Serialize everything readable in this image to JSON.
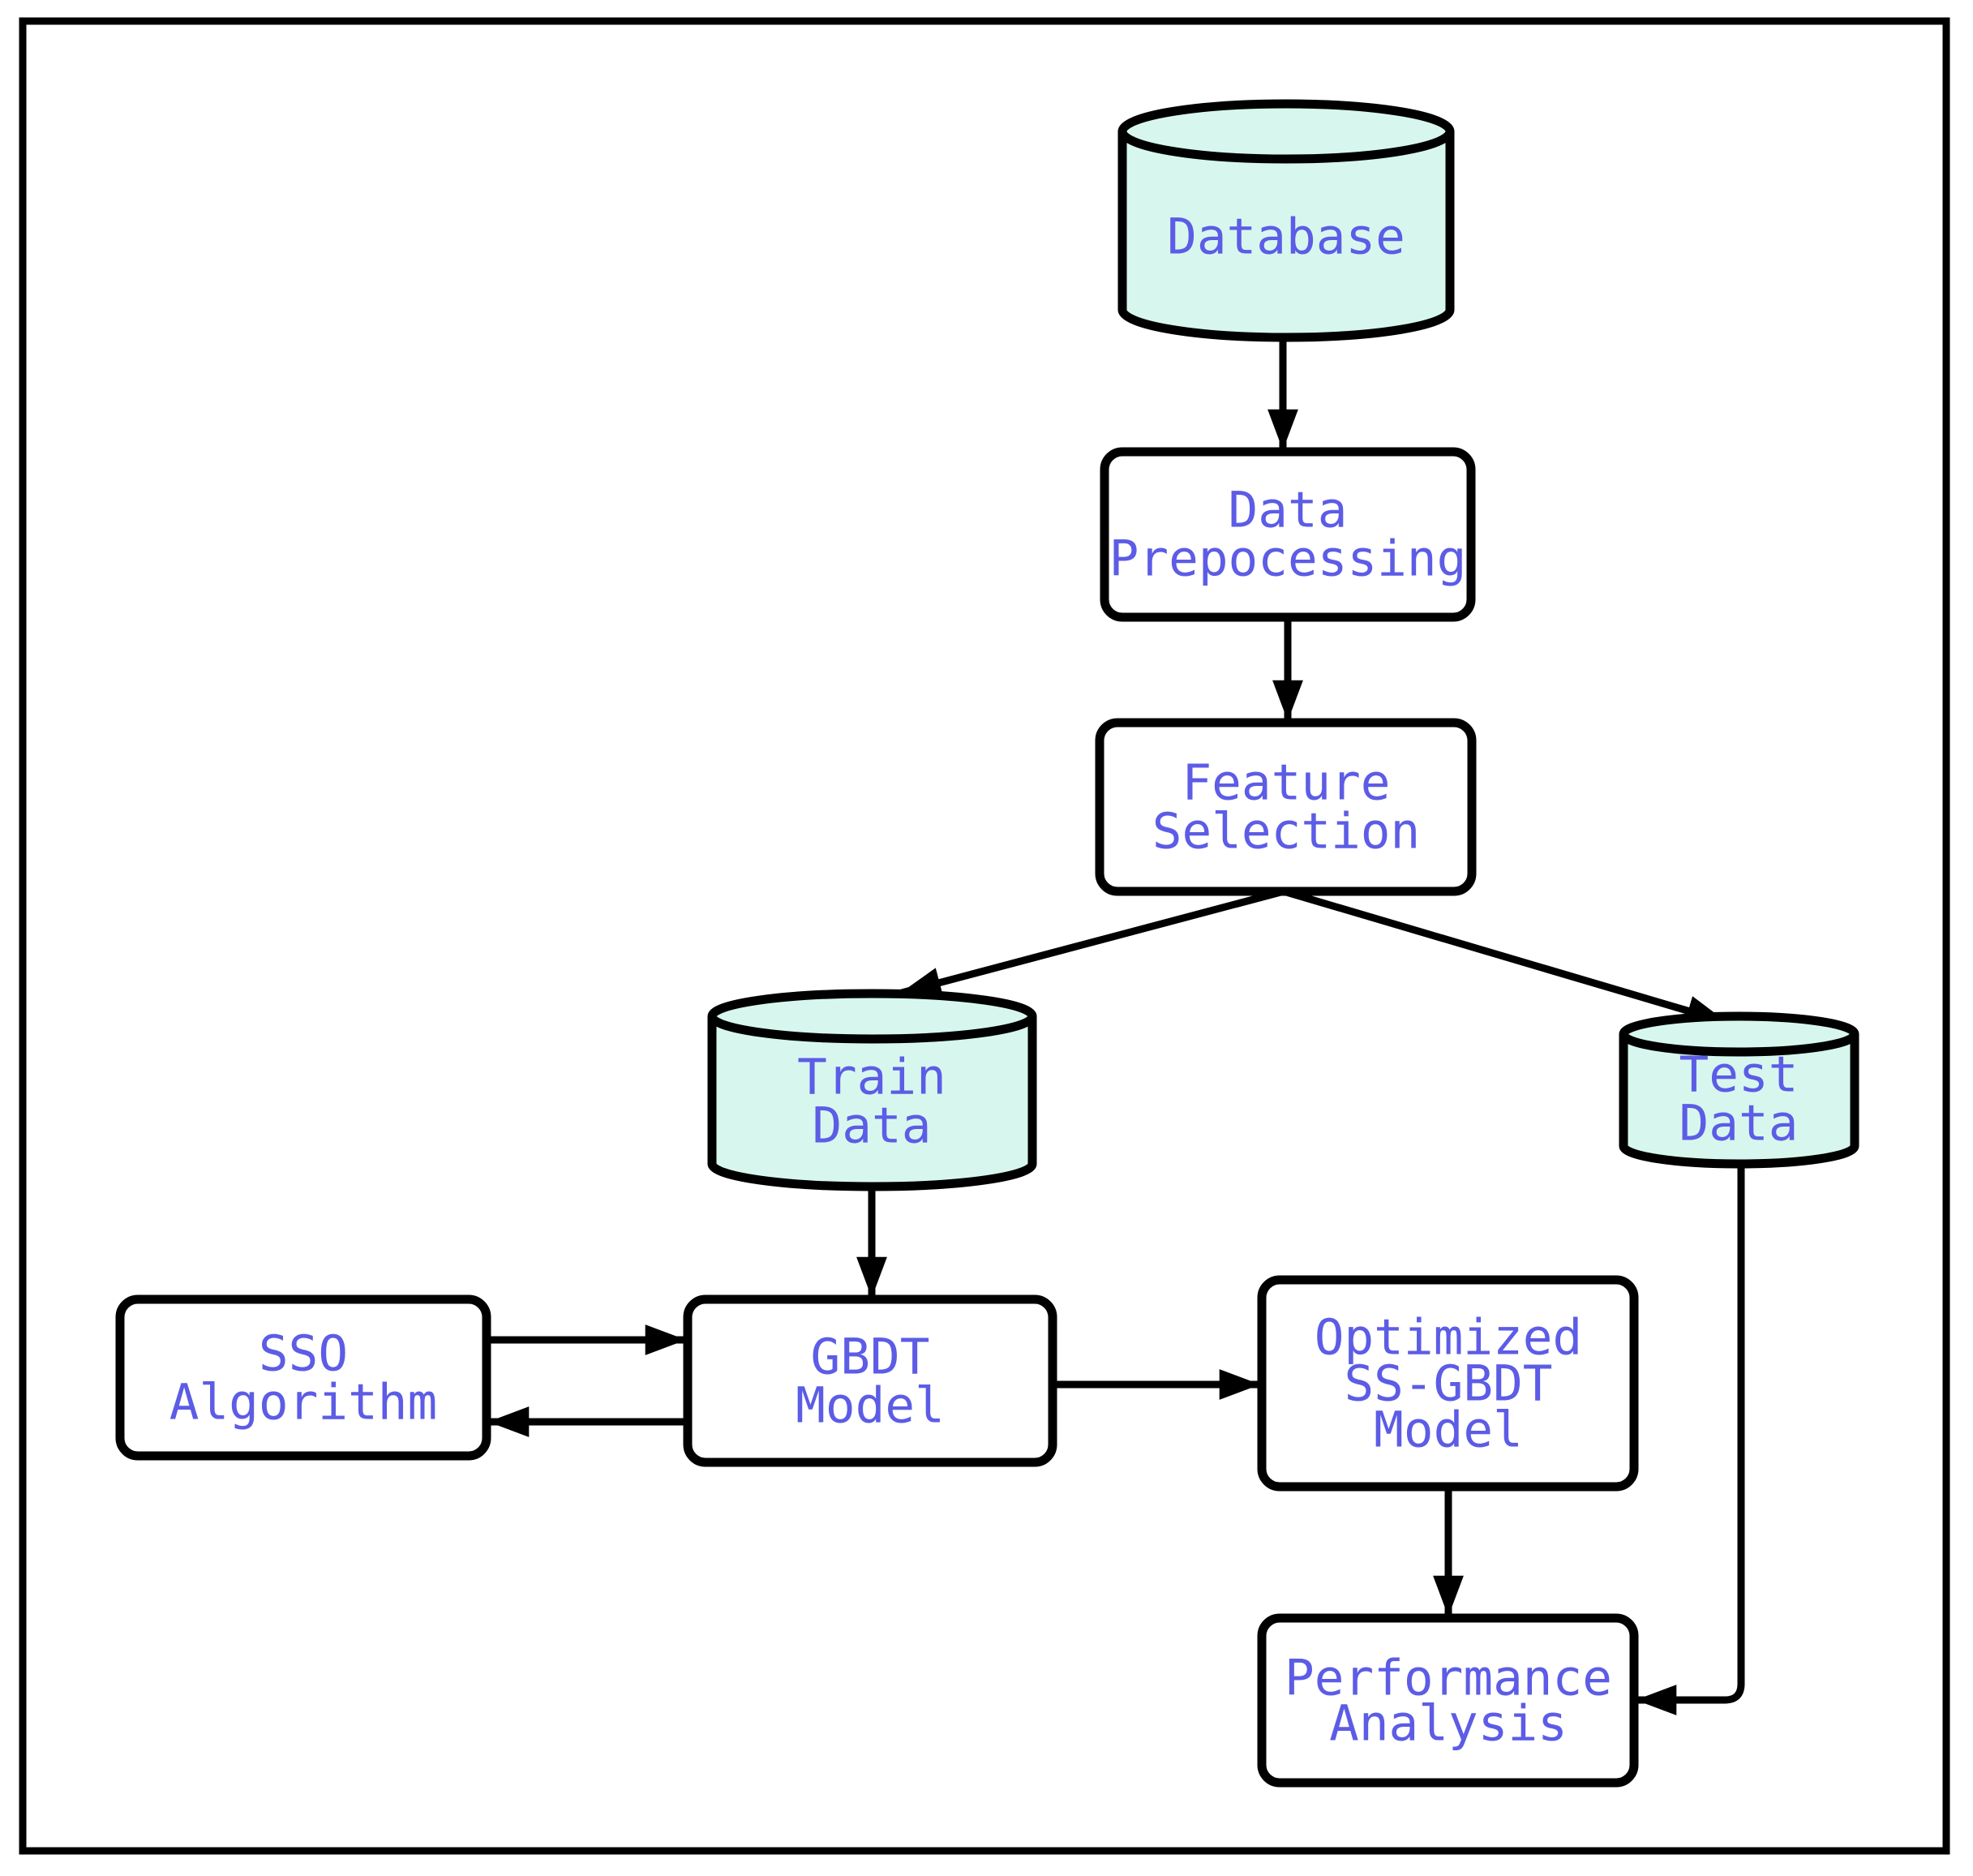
{
  "diagram": {
    "description": "Flowchart of SSO-optimized GBDT model pipeline",
    "colors": {
      "background": "#ffffff",
      "box_fill": "#ffffff",
      "cylinder_fill": "#d7f7ee",
      "stroke": "#000000",
      "label_text": "#5c5ce6"
    },
    "nodes": {
      "database": {
        "type": "cylinder",
        "lines": [
          "Database"
        ]
      },
      "data_prepocessing": {
        "type": "box",
        "lines": [
          "Data",
          "Prepocessing"
        ]
      },
      "feature_selection": {
        "type": "box",
        "lines": [
          "Feature",
          "Selection"
        ]
      },
      "train_data": {
        "type": "cylinder",
        "lines": [
          "Train",
          "Data"
        ]
      },
      "test_data": {
        "type": "cylinder",
        "lines": [
          "Test",
          "Data"
        ]
      },
      "sso_algorithm": {
        "type": "box",
        "lines": [
          "SSO",
          "Algorithm"
        ]
      },
      "gbdt_model": {
        "type": "box",
        "lines": [
          "GBDT",
          "Model"
        ]
      },
      "optimized_ss_gbdt_model": {
        "type": "box",
        "lines": [
          "Optimized",
          "SS-GBDT",
          "Model"
        ]
      },
      "performance_analysis": {
        "type": "box",
        "lines": [
          "Performance",
          "Analysis"
        ]
      }
    },
    "edges": [
      {
        "from": "database",
        "to": "data_prepocessing"
      },
      {
        "from": "data_prepocessing",
        "to": "feature_selection"
      },
      {
        "from": "feature_selection",
        "to": "train_data"
      },
      {
        "from": "feature_selection",
        "to": "test_data"
      },
      {
        "from": "train_data",
        "to": "gbdt_model"
      },
      {
        "from": "sso_algorithm",
        "to": "gbdt_model"
      },
      {
        "from": "gbdt_model",
        "to": "sso_algorithm"
      },
      {
        "from": "gbdt_model",
        "to": "optimized_ss_gbdt_model"
      },
      {
        "from": "optimized_ss_gbdt_model",
        "to": "performance_analysis"
      },
      {
        "from": "test_data",
        "to": "performance_analysis"
      }
    ]
  }
}
